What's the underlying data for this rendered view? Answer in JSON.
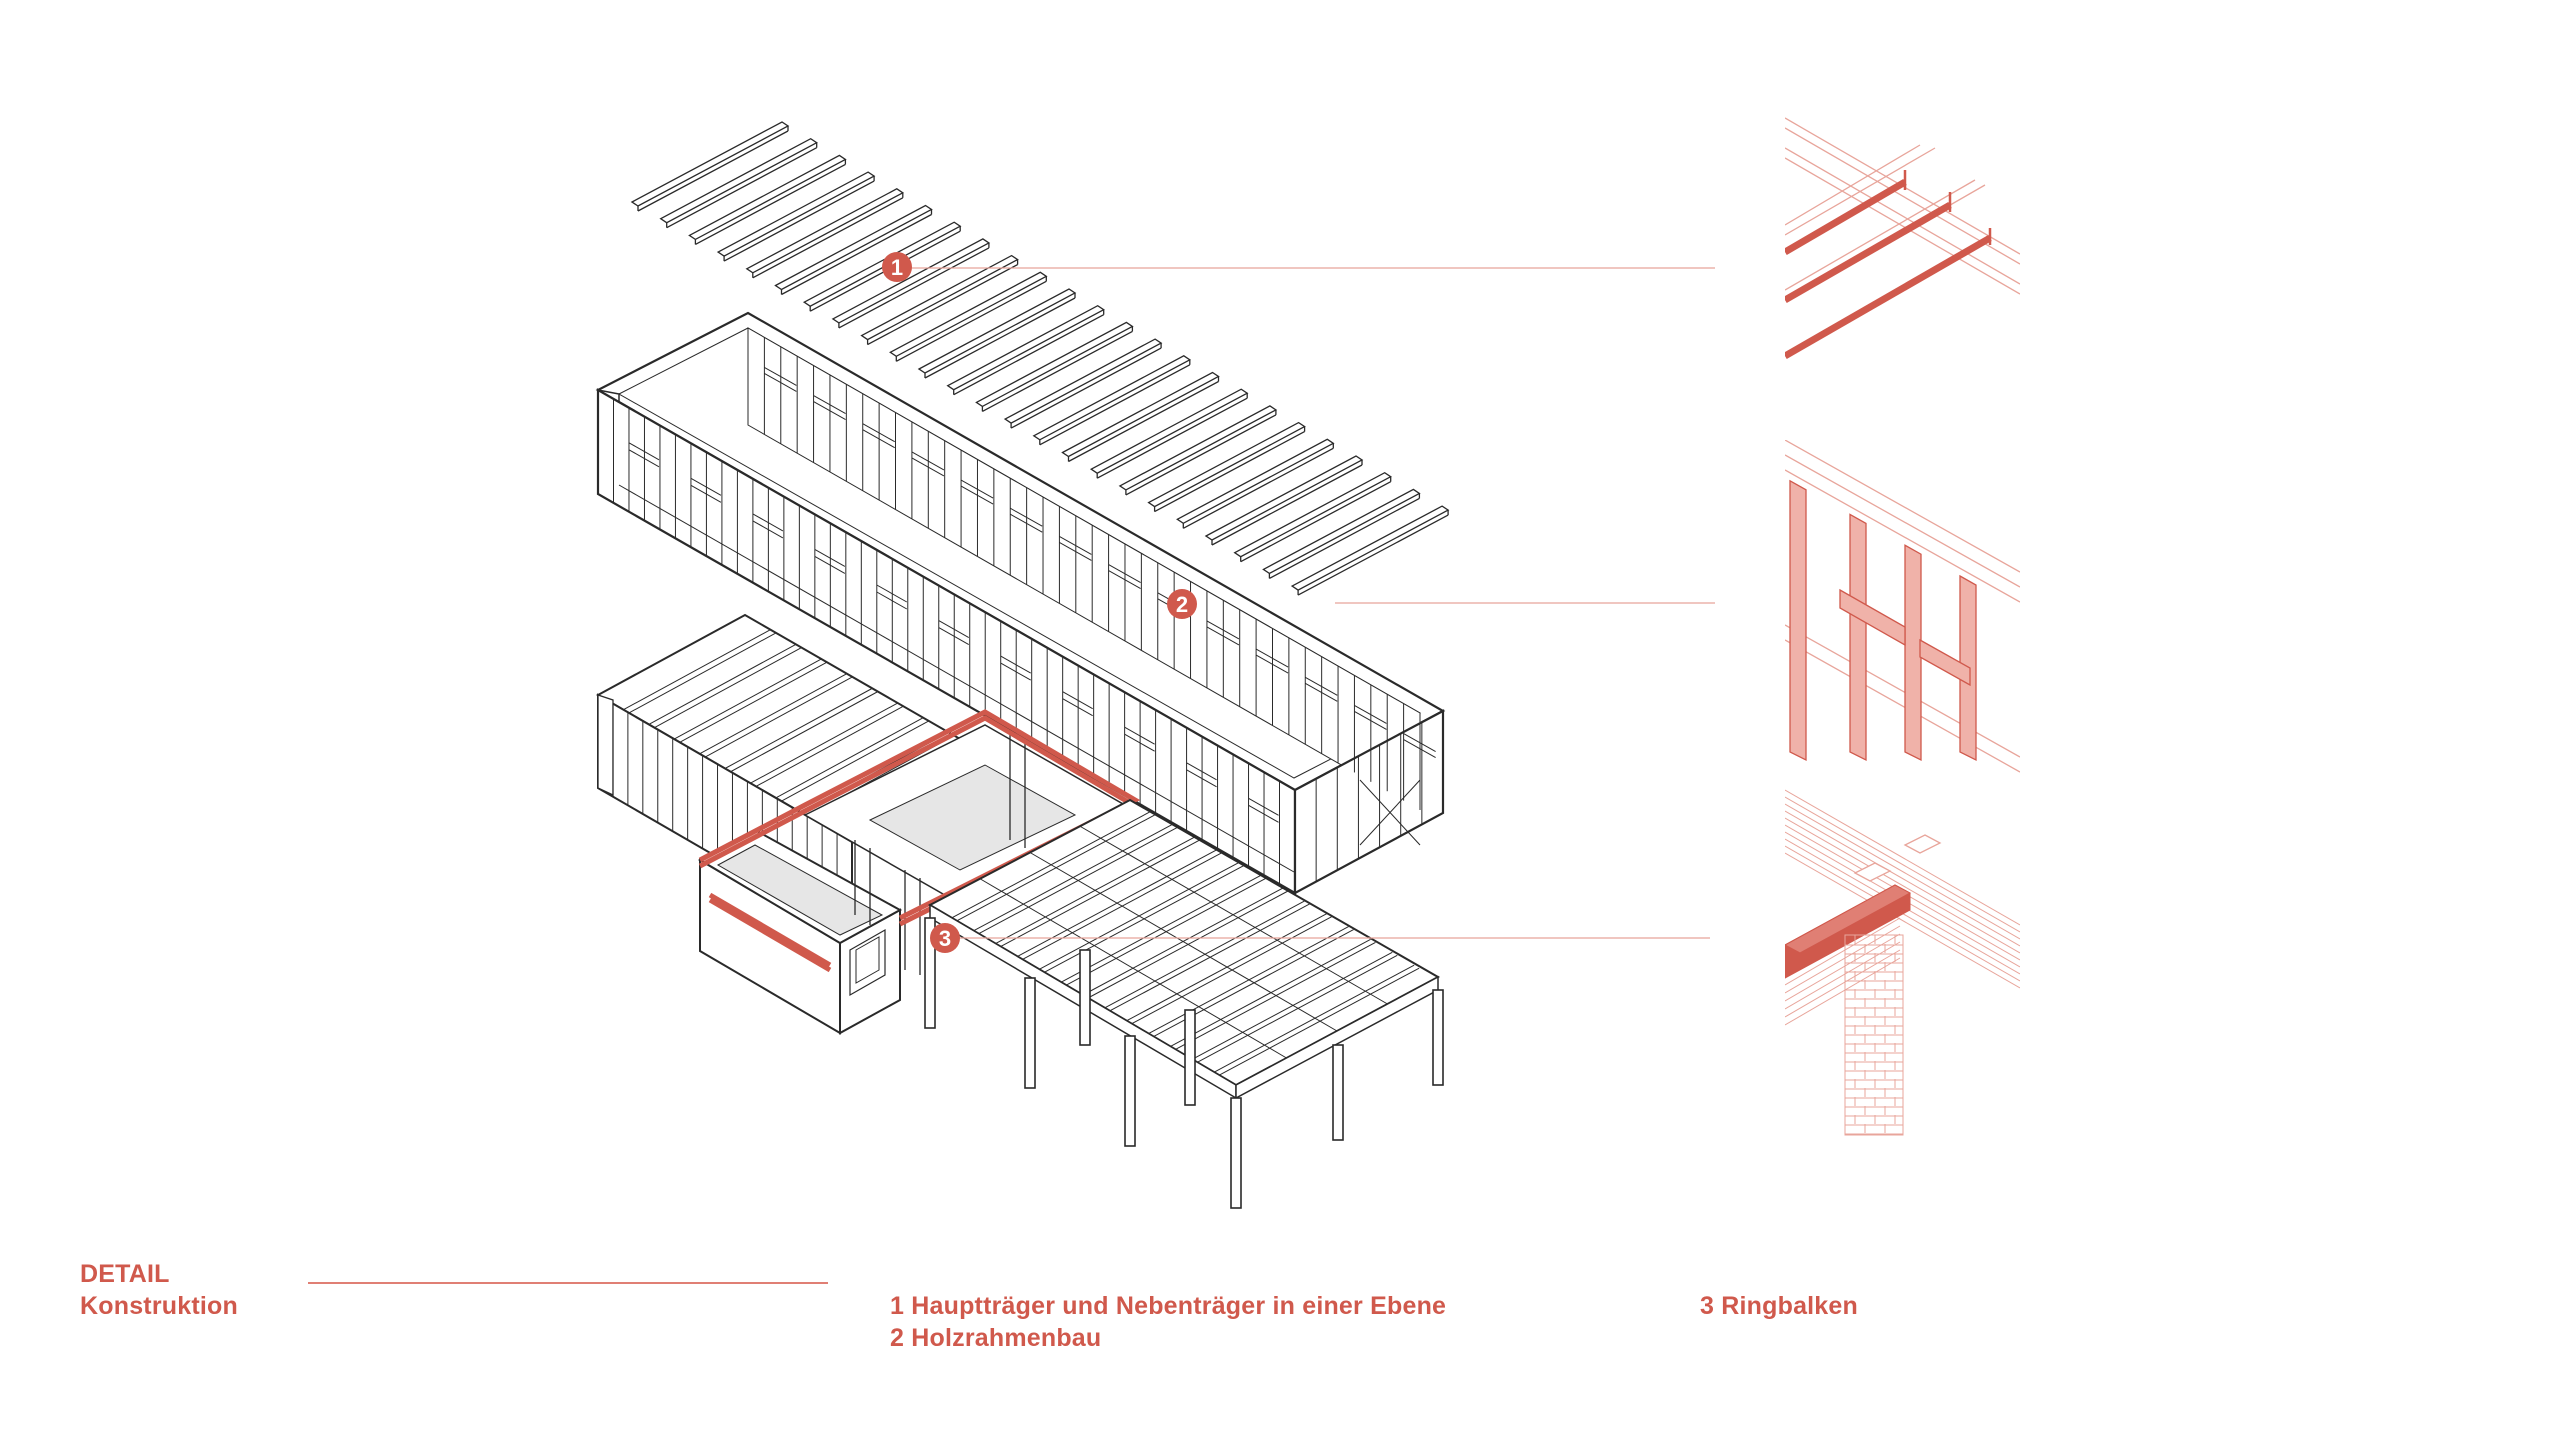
{
  "caption": {
    "title": "DETAIL",
    "subtitle": "Konstruktion"
  },
  "legend": [
    {
      "number": "1",
      "text": "1 Hauptträger und Nebenträger in einer Ebene"
    },
    {
      "number": "2",
      "text": "2 Holzrahmenbau"
    },
    {
      "number": "3",
      "text": "3 Ringbalken"
    }
  ],
  "markers": [
    "1",
    "2",
    "3"
  ],
  "colors": {
    "accent": "#d0594c",
    "accent_light": "#e8a59b",
    "line": "#222222",
    "fill_grey": "#e6e6e6"
  }
}
